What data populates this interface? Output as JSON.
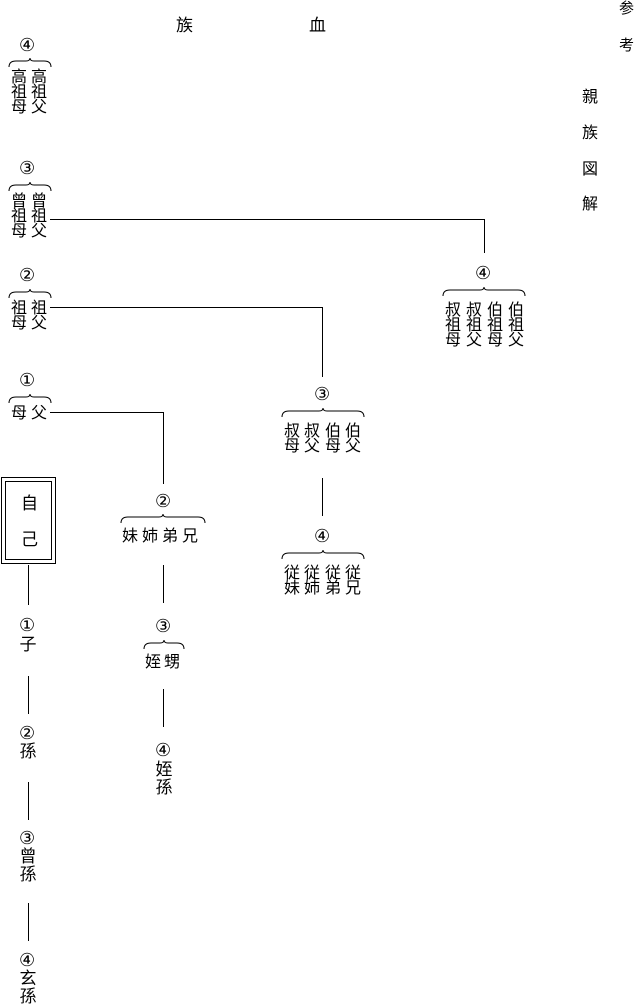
{
  "header": {
    "left": "族",
    "right": "血"
  },
  "side_title": {
    "ref1": "参",
    "ref2": "考",
    "title": [
      "親",
      "族",
      "図",
      "解"
    ]
  },
  "ascendants": {
    "gen4": {
      "num": "④",
      "cols": [
        [
          "高",
          "祖",
          "母"
        ],
        [
          "高",
          "祖",
          "父"
        ]
      ]
    },
    "gen3": {
      "num": "③",
      "cols": [
        [
          "曾",
          "祖",
          "母"
        ],
        [
          "曾",
          "祖",
          "父"
        ]
      ]
    },
    "gen2": {
      "num": "②",
      "cols": [
        [
          "祖",
          "母"
        ],
        [
          "祖",
          "父"
        ]
      ]
    },
    "gen1": {
      "num": "①",
      "cols": [
        [
          "母"
        ],
        [
          "父"
        ]
      ]
    }
  },
  "self": {
    "chars": [
      "自",
      "己"
    ]
  },
  "descendants": [
    {
      "num": "①",
      "chars": [
        "子"
      ]
    },
    {
      "num": "②",
      "chars": [
        "孫"
      ]
    },
    {
      "num": "③",
      "chars": [
        "曾",
        "孫"
      ]
    },
    {
      "num": "④",
      "chars": [
        "玄",
        "孫"
      ]
    }
  ],
  "siblings": {
    "num": "②",
    "names": [
      "妹",
      "姉",
      "弟",
      "兄"
    ],
    "children": {
      "num": "③",
      "names": [
        "姪",
        "甥"
      ]
    },
    "grandchildren": {
      "num": "④",
      "chars": [
        "姪",
        "孫"
      ]
    }
  },
  "uncles": {
    "num": "③",
    "cols": [
      [
        "叔",
        "母"
      ],
      [
        "叔",
        "父"
      ],
      [
        "伯",
        "母"
      ],
      [
        "伯",
        "父"
      ]
    ],
    "cousins": {
      "num": "④",
      "cols": [
        [
          "従",
          "妹"
        ],
        [
          "従",
          "姉"
        ],
        [
          "従",
          "弟"
        ],
        [
          "従",
          "兄"
        ]
      ]
    }
  },
  "granduncles": {
    "num": "④",
    "cols": [
      [
        "叔",
        "祖",
        "母"
      ],
      [
        "叔",
        "祖",
        "父"
      ],
      [
        "伯",
        "祖",
        "母"
      ],
      [
        "伯",
        "祖",
        "父"
      ]
    ]
  }
}
